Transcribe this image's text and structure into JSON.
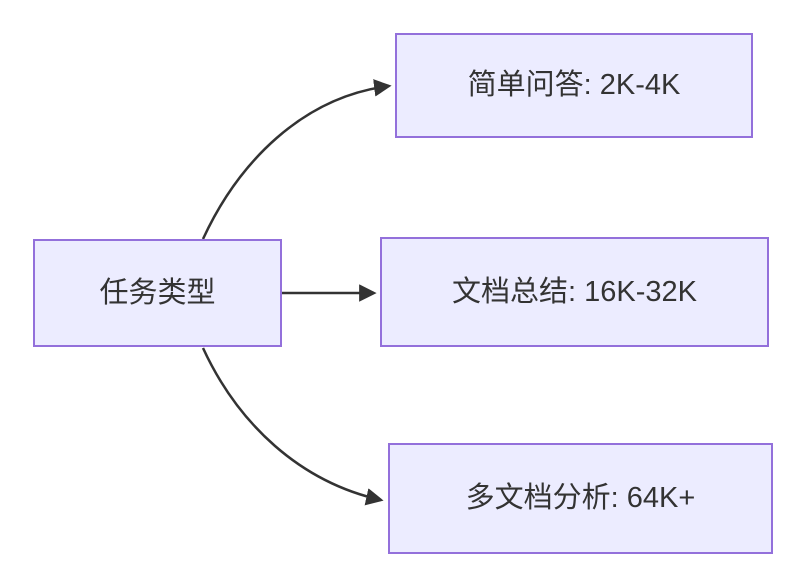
{
  "diagram": {
    "type": "flowchart",
    "direction": "left-to-right",
    "root": {
      "id": "task-type",
      "label": "任务类型"
    },
    "branches": [
      {
        "id": "simple-qa",
        "label": "简单问答: 2K-4K"
      },
      {
        "id": "doc-summary",
        "label": "文档总结: 16K-32K"
      },
      {
        "id": "multi-doc-analysis",
        "label": "多文档分析: 64K+"
      }
    ],
    "edges": [
      {
        "from": "任务类型",
        "to": "简单问答: 2K-4K"
      },
      {
        "from": "任务类型",
        "to": "文档总结: 16K-32K"
      },
      {
        "from": "任务类型",
        "to": "多文档分析: 64K+"
      }
    ]
  },
  "colors": {
    "node_fill": "#ECECFF",
    "node_border": "#9370DB",
    "edge_color": "#333333",
    "text_color": "#333333",
    "background": "#FFFFFF"
  }
}
